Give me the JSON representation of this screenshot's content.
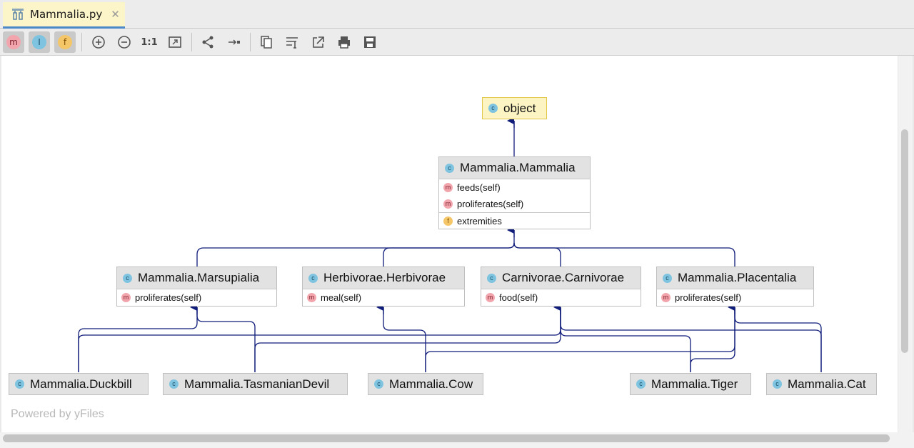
{
  "tab": {
    "title": "Mammalia.py",
    "close_glyph": "✕"
  },
  "toolbar": {
    "methods_badge": "m",
    "properties_badge": "I",
    "fields_badge": "f",
    "actual_size_label": "1:1"
  },
  "diagram": {
    "object": {
      "name": "object"
    },
    "mammalia": {
      "name": "Mammalia.Mammalia",
      "methods": [
        "feeds(self)",
        "proliferates(self)"
      ],
      "fields": [
        "extremities"
      ]
    },
    "marsupialia": {
      "name": "Mammalia.Marsupialia",
      "methods": [
        "proliferates(self)"
      ]
    },
    "herbivorae": {
      "name": "Herbivorae.Herbivorae",
      "methods": [
        "meal(self)"
      ]
    },
    "carnivorae": {
      "name": "Carnivorae.Carnivorae",
      "methods": [
        "food(self)"
      ]
    },
    "placentalia": {
      "name": "Mammalia.Placentalia",
      "methods": [
        "proliferates(self)"
      ]
    },
    "duckbill": {
      "name": "Mammalia.Duckbill"
    },
    "tasmaniandevil": {
      "name": "Mammalia.TasmanianDevil"
    },
    "cow": {
      "name": "Mammalia.Cow"
    },
    "tiger": {
      "name": "Mammalia.Tiger"
    },
    "cat": {
      "name": "Mammalia.Cat"
    },
    "icons": {
      "class": "c",
      "method": "m",
      "field": "f"
    }
  },
  "footer": {
    "powered_by": "Powered by yFiles"
  },
  "colors": {
    "edge": "#0f1c7a",
    "tab_active": "#fcf5c9",
    "tab_underline": "#4a88c7"
  }
}
